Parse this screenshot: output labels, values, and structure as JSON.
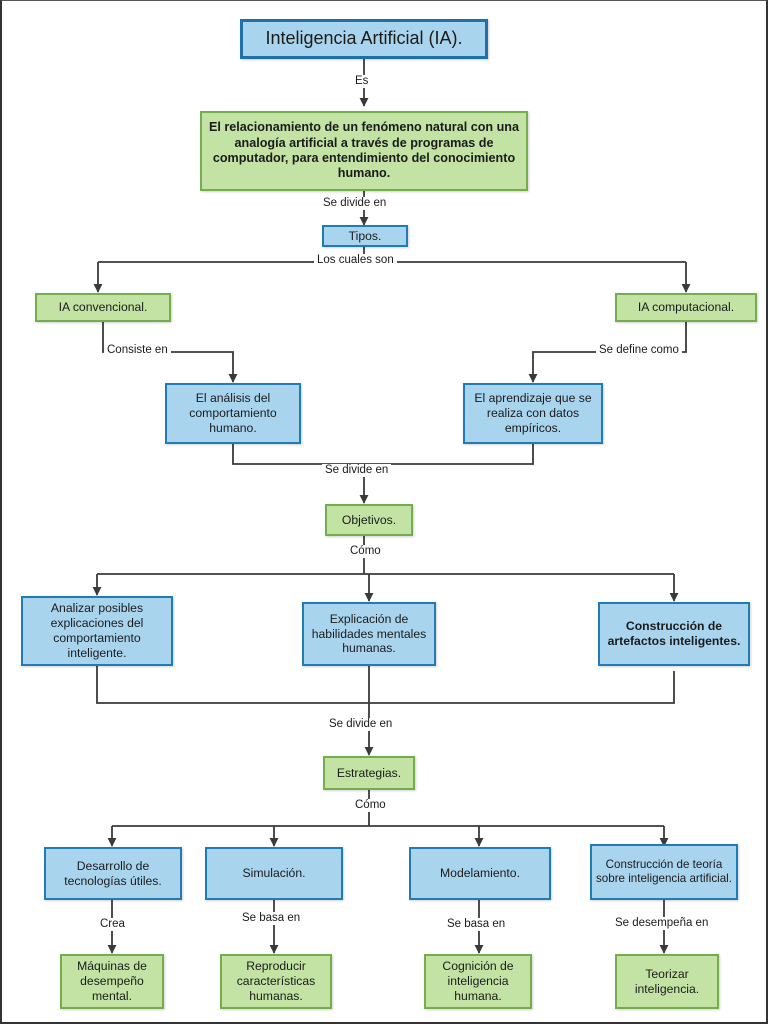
{
  "diagram": {
    "title": "Inteligencia Artificial (IA).",
    "type": "concept-map",
    "language": "es",
    "colors": {
      "blue_fill": "#a9d4ee",
      "blue_border": "#1f7cb4",
      "green_fill": "#c2e3a4",
      "green_border": "#74ad4c",
      "connector": "#3a3a3a",
      "text": "#1b1b1b",
      "background": "#ffffff"
    }
  },
  "nodes": {
    "root": "Inteligencia Artificial (IA).",
    "definition": "El relacionamiento de un fenómeno natural con una analogía artificial a través de programas de computador, para entendimiento del conocimiento humano.",
    "tipos": "Tipos.",
    "ia_convencional": "IA convencional.",
    "ia_computacional": "IA computacional.",
    "analisis_comportamiento": "El análisis del comportamiento humano.",
    "aprendizaje_datos": "El aprendizaje que se realiza con datos empíricos.",
    "objetivos": "Objetivos.",
    "obj_analizar": "Analizar posibles explicaciones del comportamiento inteligente.",
    "obj_explicacion": "Explicación de habilidades mentales humanas.",
    "obj_construccion": "Construcción de artefactos inteligentes.",
    "estrategias": "Estrategias.",
    "est_desarrollo": "Desarrollo de tecnologías útiles.",
    "est_simulacion": "Simulación.",
    "est_modelamiento": "Modelamiento.",
    "est_construccion_teoria": "Construcción de teoría sobre inteligencia artificial.",
    "res_maquinas": "Máquinas de desempeño mental.",
    "res_reproducir": "Reproducir características humanas.",
    "res_cognicion": "Cognición de inteligencia humana.",
    "res_teorizar": "Teorizar inteligencia."
  },
  "edge_labels": {
    "es": "Es",
    "se_divide_en_1": "Se divide en",
    "los_cuales_son": "Los cuales son",
    "consiste_en": "Consiste en",
    "se_define_como": "Se define como",
    "se_divide_en_2": "Se divide en",
    "como_1": "Cómo",
    "se_divide_en_3": "Se divide en",
    "como_2": "Cómo",
    "crea": "Crea",
    "se_basa_en_1": "Se basa en",
    "se_basa_en_2": "Se basa en",
    "se_desempena_en": "Se desempeña en"
  }
}
